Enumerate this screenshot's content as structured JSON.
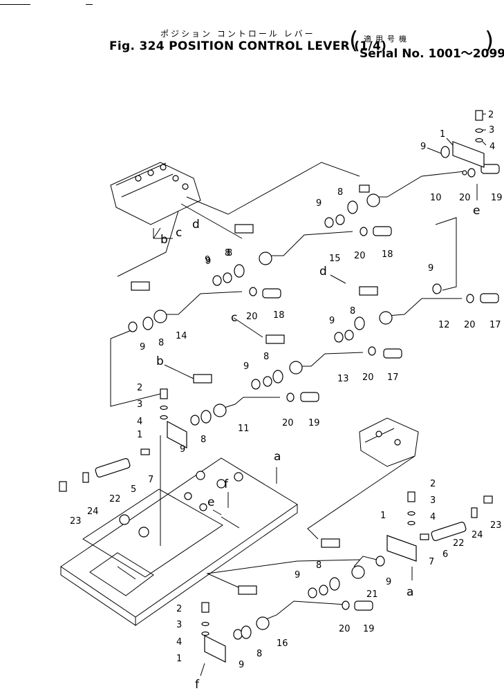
{
  "title": {
    "japanese": "ポジション コントロール レバー",
    "figure": "Fig. 324 POSITION CONTROL LEVER (1/4)",
    "serial_japanese": "適用号機",
    "serial": "Serial No. 1001～2099"
  },
  "callouts": [
    {
      "label": "1"
    },
    {
      "label": "2"
    },
    {
      "label": "3"
    },
    {
      "label": "4"
    },
    {
      "label": "9"
    },
    {
      "label": "8"
    },
    {
      "label": "9"
    },
    {
      "label": "10"
    },
    {
      "label": "20"
    },
    {
      "label": "19"
    },
    {
      "label": "e"
    },
    {
      "label": "b"
    },
    {
      "label": "c"
    },
    {
      "label": "d"
    },
    {
      "label": "8"
    },
    {
      "label": "9"
    },
    {
      "label": "15"
    },
    {
      "label": "20"
    },
    {
      "label": "18"
    },
    {
      "label": "9"
    },
    {
      "label": "8"
    },
    {
      "label": "9"
    },
    {
      "label": "20"
    },
    {
      "label": "18"
    },
    {
      "label": "14"
    },
    {
      "label": "d"
    },
    {
      "label": "9"
    },
    {
      "label": "12"
    },
    {
      "label": "20"
    },
    {
      "label": "17"
    },
    {
      "label": "9"
    },
    {
      "label": "8"
    },
    {
      "label": "c"
    },
    {
      "label": "9"
    },
    {
      "label": "8"
    },
    {
      "label": "13"
    },
    {
      "label": "20"
    },
    {
      "label": "17"
    },
    {
      "label": "b"
    },
    {
      "label": "9"
    },
    {
      "label": "8"
    },
    {
      "label": "2"
    },
    {
      "label": "3"
    },
    {
      "label": "4"
    },
    {
      "label": "1"
    },
    {
      "label": "20"
    },
    {
      "label": "19"
    },
    {
      "label": "11"
    },
    {
      "label": "9"
    },
    {
      "label": "8"
    },
    {
      "label": "7"
    },
    {
      "label": "5"
    },
    {
      "label": "22"
    },
    {
      "label": "23"
    },
    {
      "label": "24"
    },
    {
      "label": "a"
    },
    {
      "label": "f"
    },
    {
      "label": "e"
    },
    {
      "label": "2"
    },
    {
      "label": "3"
    },
    {
      "label": "4"
    },
    {
      "label": "1"
    },
    {
      "label": "23"
    },
    {
      "label": "24"
    },
    {
      "label": "22"
    },
    {
      "label": "6"
    },
    {
      "label": "7"
    },
    {
      "label": "9"
    },
    {
      "label": "a"
    },
    {
      "label": "8"
    },
    {
      "label": "9"
    },
    {
      "label": "21"
    },
    {
      "label": "2"
    },
    {
      "label": "3"
    },
    {
      "label": "4"
    },
    {
      "label": "1"
    },
    {
      "label": "9"
    },
    {
      "label": "8"
    },
    {
      "label": "16"
    },
    {
      "label": "20"
    },
    {
      "label": "19"
    },
    {
      "label": "f"
    }
  ]
}
